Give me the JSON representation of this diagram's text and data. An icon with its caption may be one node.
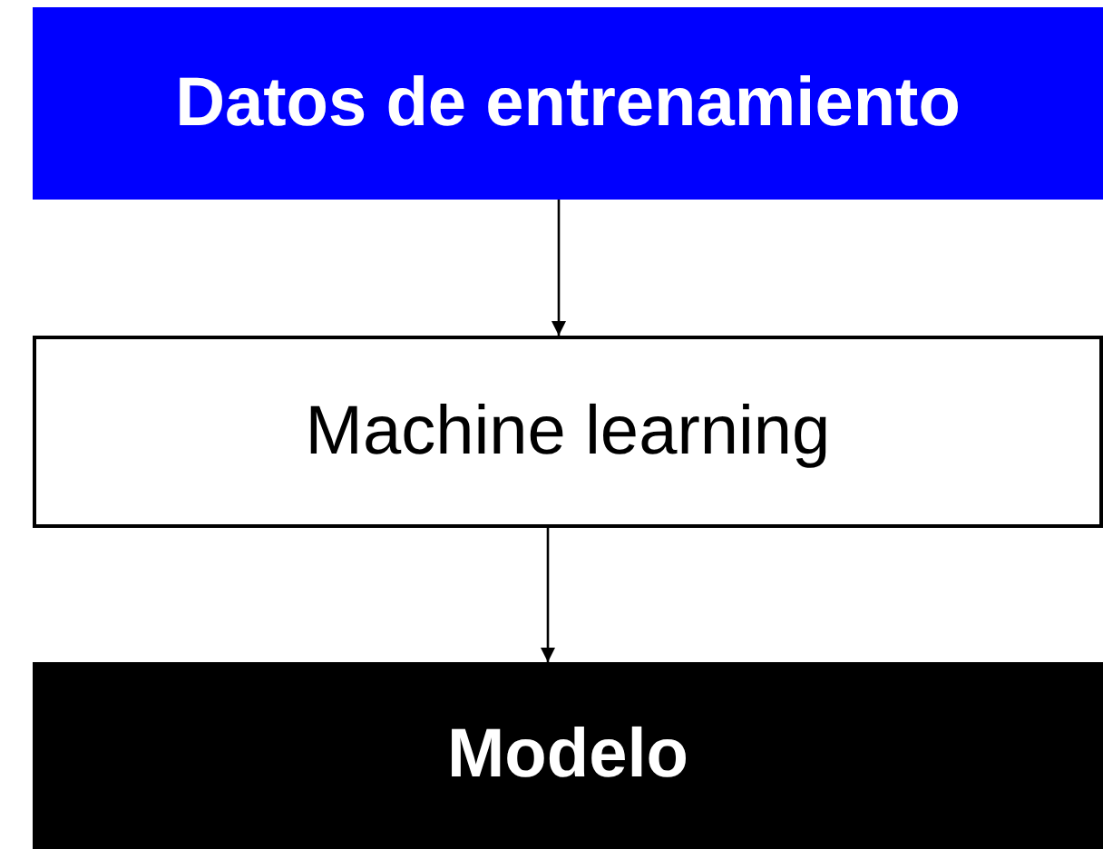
{
  "diagram": {
    "nodes": [
      {
        "text": [
          "Datos de entrenamiento"
        ]
      },
      {
        "text": [
          "Machine learning"
        ]
      },
      {
        "text": [
          "Modelo"
        ]
      }
    ],
    "edges": [
      {
        "from": 0,
        "to": 1,
        "arrow": "to"
      },
      {
        "from": 1,
        "to": 2,
        "arrow": "to"
      }
    ]
  }
}
